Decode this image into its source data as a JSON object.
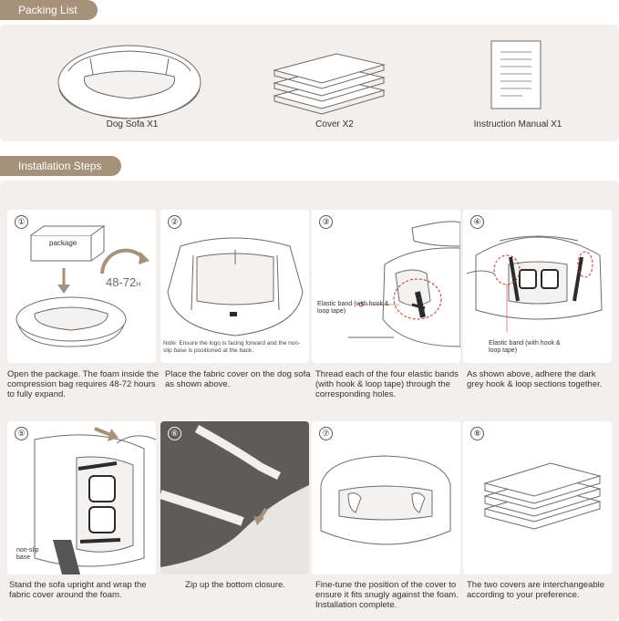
{
  "sections": {
    "packing_title": "Packing List",
    "install_title": "Installation Steps"
  },
  "packing": [
    {
      "label": "Dog Sofa  X1",
      "icon": "dog-sofa-icon"
    },
    {
      "label": "Cover X2",
      "icon": "covers-icon"
    },
    {
      "label": "Instruction Manual X1",
      "icon": "manual-icon"
    }
  ],
  "steps": [
    {
      "num": "①",
      "caption": "Open the package. The foam inside the compression bag requires 48-72 hours to fully expand.",
      "package_label": "package",
      "time_label": "48-72",
      "time_unit": "H"
    },
    {
      "num": "②",
      "caption": "Place the fabric cover on the dog sofa as shown above.",
      "note": "Note: Ensure the logo is facing forward and the non-slip base is positioned at the back."
    },
    {
      "num": "③",
      "caption": "Thread each of the four elastic bands (with hook & loop tape) through the corresponding holes.",
      "label": "Elastic band (with hook & loop tape)"
    },
    {
      "num": "④",
      "caption": "As shown above, adhere the dark grey hook & loop sections together.",
      "label": "Elastic band (with hook & loop tape)"
    },
    {
      "num": "⑤",
      "caption": "Stand the sofa upright and wrap the fabric cover around the foam.",
      "label": "non-slip base"
    },
    {
      "num": "⑥",
      "caption": "Zip up the bottom closure."
    },
    {
      "num": "⑦",
      "caption": "Fine-tune the position of the cover to ensure it fits snugly against the foam. Installation complete."
    },
    {
      "num": "⑧",
      "caption": "The two covers are interchangeable according to your preference."
    }
  ],
  "colors": {
    "accent": "#a6917b",
    "panel": "#f2efed",
    "stroke": "#6b6b6b",
    "band": "#2b2b2b",
    "dashed": "#c0392b"
  }
}
